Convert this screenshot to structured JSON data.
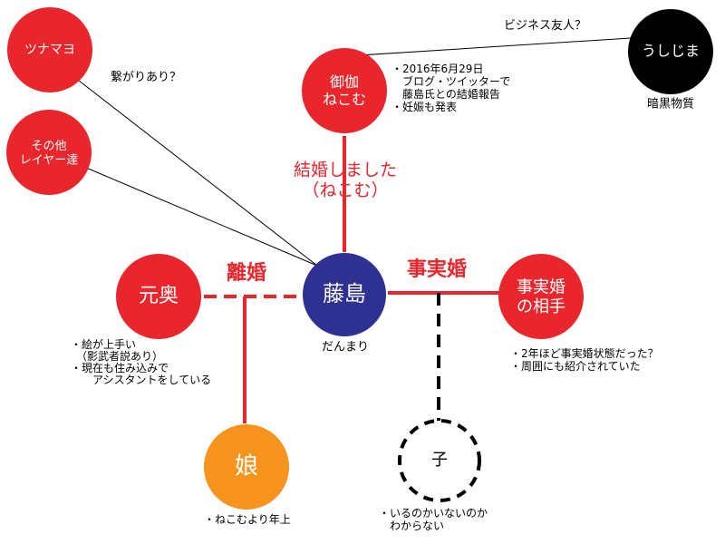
{
  "nodes": {
    "center": "藤島",
    "ex_wife": "元奥",
    "daughter": "娘",
    "child": "子",
    "partner": "事実婚\nの相手",
    "wife": "御伽\nねこむ",
    "tsunamayo": "ツナマヨ",
    "other_layers": "その他\nレイヤー達",
    "ushijima": "うしじま"
  },
  "edges": {
    "divorce": "離婚",
    "common_law": "事実婚",
    "married": "結婚しました\n（ねこむ）",
    "connected": "繋がりあり？",
    "business_friend": "ビジネス友人？"
  },
  "captions": {
    "center": "だんまり",
    "ushijima": "暗黒物質"
  },
  "notes": {
    "wife": "・2016年6月29日\n　ブログ・ツイッターで\n　藤島氏との結婚報告\n・妊娠も発表",
    "ex_wife": "・絵が上手い\n　（影武者説あり）\n・現在も住み込みで\n　　アシスタントをしている",
    "partner": "・2年ほど事実婚状態だった？\n・周囲にも紹介されていた",
    "daughter": "・ねこむより年上",
    "child": "・いるのかいないのか\n　わからない"
  },
  "colors": {
    "red": "#e8262c",
    "navy": "#2e3192",
    "orange": "#f7941d",
    "black": "#000000",
    "white": "#ffffff"
  }
}
